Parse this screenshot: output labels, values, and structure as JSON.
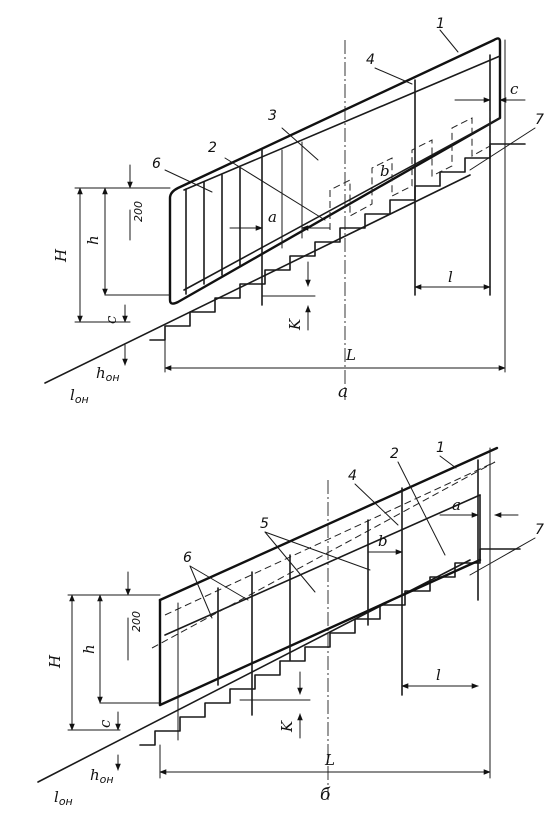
{
  "diagram_a": {
    "callouts": [
      "1",
      "4",
      "3",
      "2",
      "6",
      "7"
    ],
    "dims": {
      "H": "H",
      "h": "h",
      "d200": "200",
      "c_left": "c",
      "c_right": "c",
      "a": "a",
      "b": "b",
      "K": "K",
      "l": "l",
      "L": "L",
      "h_on": "h",
      "h_on_sub": "он",
      "l_on": "l",
      "l_on_sub": "он"
    },
    "caption": "а"
  },
  "diagram_b": {
    "callouts": [
      "1",
      "2",
      "4",
      "5",
      "6",
      "7"
    ],
    "dims": {
      "H": "H",
      "h": "h",
      "d200": "200",
      "c": "c",
      "a": "a",
      "b": "b",
      "K": "K",
      "l": "l",
      "L": "L",
      "h_on": "h",
      "h_on_sub": "он",
      "l_on": "l",
      "l_on_sub": "он"
    },
    "caption": "б"
  }
}
